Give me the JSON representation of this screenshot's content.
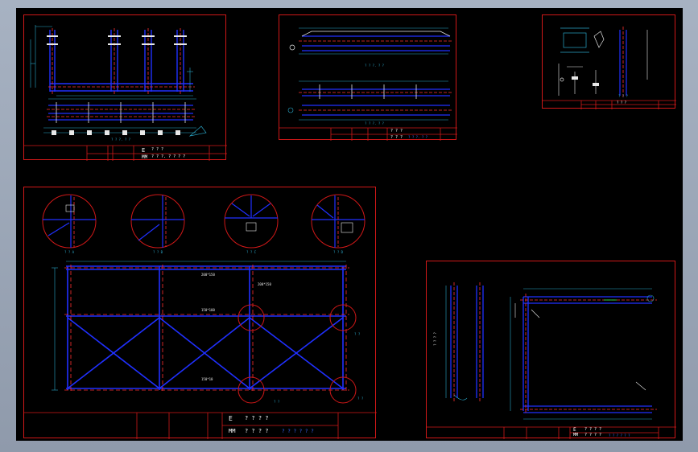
{
  "colors": {
    "background": "#000000",
    "frame": "#d01818",
    "member": "#2030ff",
    "dimension": "#2aa7c8",
    "centerline": "#ff3030",
    "text": "#ffffff"
  },
  "sheet_top_left": {
    "tb_e": "E",
    "tb_mm": "MM",
    "tb_q1": "? ? ?",
    "tb_drawing_no": "? ? ?. ? ? ? ?",
    "note_bottom": "? ? ?. ? ?"
  },
  "sheet_top_middle": {
    "tb_q1": "? ? ?",
    "tb_q2": "? ? ?",
    "tb_drawing_no": "? ? ?. ? ?",
    "note_a": "? ? ?. ? ?",
    "note_b": "? ? ?. ? ?"
  },
  "sheet_top_right": {
    "tb_q1": "? ? ?",
    "note": "? ? ?"
  },
  "sheet_main": {
    "tb_e": "E",
    "tb_mm": "MM",
    "tb_q1": "? ? ? ?",
    "tb_q2": "? ? ? ?",
    "tb_drawing_no": "? ? ? ? ? ?",
    "detail_labels": [
      "? ? A",
      "? ? B",
      "? ? C",
      "? ? D"
    ],
    "label_top_chord": "200*150",
    "label_post": "200*150",
    "label_mid_chord": "150*100",
    "label_bottom_chord": "150*10",
    "callouts": [
      "? ? ",
      "? ? ",
      "? ? "
    ]
  },
  "sheet_bottom_right": {
    "tb_e": "E",
    "tb_mm": "MM",
    "tb_q1": "? ? ? ?",
    "tb_q2": "? ? ? ?",
    "tb_drawing_no": "? ? ? ? ? ?",
    "side_label": "? ? ? ?"
  }
}
